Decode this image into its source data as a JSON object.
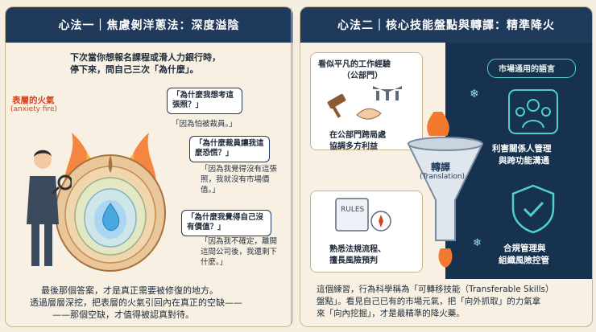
{
  "left": {
    "title": "心法一｜焦慮剝洋蔥法：深度溢陰",
    "intro_line1": "下次當你想報名課程或滑人力銀行時，",
    "intro_line2": "停下來，問自己三次「為什麼」。",
    "fire_label": "表層的火氣",
    "fire_label_en": "(anxiety fire)",
    "q1": "「為什麼我想考這張照？」",
    "a1": "「因為怕被裁員。」",
    "q2": "「為什麼裁員讓我這麼恐慌？」",
    "a2": "「因為我覺得沒有這張照，我就沒有市場價值。」",
    "q3": "「為什麼我覺得自己沒有價值？」",
    "a3": "「因為我不確定，離開這間公司後，我還剩下什麼。」",
    "bottom1": "最後那個答案，才是真正需要被修復的地方。",
    "bottom2": "透過層層深挖，把表層的火氣引回內在真正的空缺——",
    "bottom3": "——那個空缺，才值得被認真對待。"
  },
  "right": {
    "title": "心法二｜核心技能盤點與轉譯：精準降火",
    "left_head1": "看似平凡的工作經驗",
    "left_head2": "（公部門）",
    "item1_line1": "在公部門跨局處",
    "item1_line2": "協調多方利益",
    "item2_line1": "熟悉法規流程、",
    "item2_line2": "擅長風險預判",
    "funnel_label": "轉譯",
    "funnel_label_en": "(Translation)",
    "market_head": "市場通用的語言",
    "market1_line1": "利害關係人管理",
    "market1_line2": "與跨功能溝通",
    "market2_line1": "合規管理與",
    "market2_line2": "組織風險控管",
    "bottom1": "這個練習，行為科學稱為「可轉移技能（Transferable Skills）",
    "bottom2": "盤點」。看見自己已有的市場元氣，把「向外抓取」的力氣拿",
    "bottom3": "來「向內挖掘」，才是最精準的降火藥。"
  },
  "colors": {
    "navy": "#1f3a5a",
    "fire": "#e8542a",
    "water": "#4aa8e0",
    "cream": "#f8f1e3",
    "teal": "#4fd1c5"
  }
}
